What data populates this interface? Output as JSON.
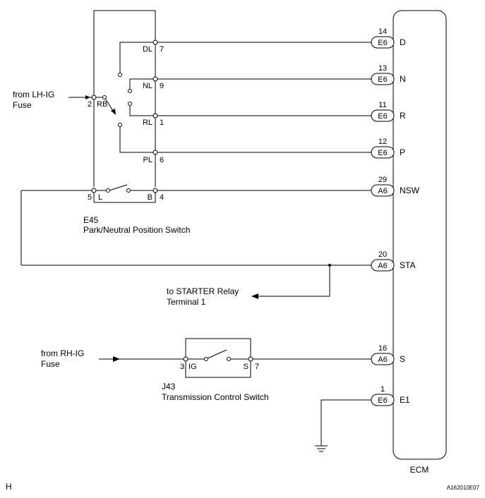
{
  "sources": {
    "lh_ig": [
      "from LH-IG",
      "Fuse"
    ],
    "rh_ig": [
      "from RH-IG",
      "Fuse"
    ]
  },
  "e45": {
    "code": "E45",
    "name": "Park/Neutral Position Switch",
    "terminals": {
      "rb_pin": "2",
      "rb": "RB",
      "dl": "DL",
      "dl_pin": "7",
      "nl": "NL",
      "nl_pin": "9",
      "rl": "RL",
      "rl_pin": "1",
      "pl": "PL",
      "pl_pin": "6",
      "l_pin": "5",
      "l": "L",
      "b": "B",
      "b_pin": "4"
    }
  },
  "j43": {
    "code": "J43",
    "name": "Transmission Control Switch",
    "terminals": {
      "ig_pin": "3",
      "ig": "IG",
      "s": "S",
      "s_pin": "7"
    }
  },
  "ecm": {
    "label": "ECM",
    "connectors": [
      {
        "pin": "14",
        "connector": "E6",
        "signal": "D"
      },
      {
        "pin": "13",
        "connector": "E6",
        "signal": "N"
      },
      {
        "pin": "11",
        "connector": "E6",
        "signal": "R"
      },
      {
        "pin": "12",
        "connector": "E6",
        "signal": "P"
      },
      {
        "pin": "29",
        "connector": "A6",
        "signal": "NSW"
      },
      {
        "pin": "20",
        "connector": "A6",
        "signal": "STA"
      },
      {
        "pin": "16",
        "connector": "A6",
        "signal": "S"
      },
      {
        "pin": "1",
        "connector": "E6",
        "signal": "E1"
      }
    ]
  },
  "starter": [
    "to STARTER Relay",
    "Terminal 1"
  ],
  "corner_mark": "H",
  "figure_id": "A162010E07"
}
